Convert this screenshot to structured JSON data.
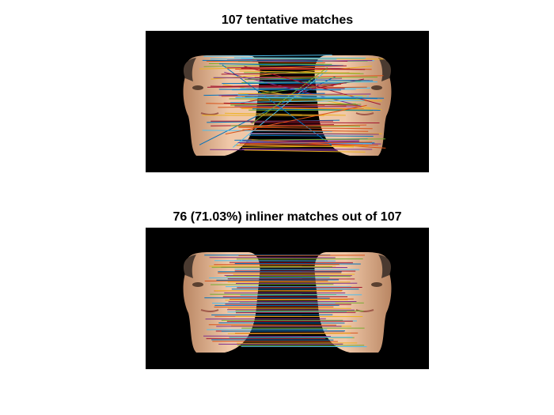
{
  "figure": {
    "top_title": "107 tentative matches",
    "bottom_title": "76 (71.03%) inliner matches out of 107",
    "tentative_match_count": 107,
    "inlier_match_count": 76,
    "inlier_percent": 71.03
  },
  "colors": {
    "background": "#000000",
    "skin_light": "#f0c8a8",
    "skin_shadow": "#b98663",
    "hair": "#4a3a30",
    "line_palette": [
      "#0072bd",
      "#d95319",
      "#edb120",
      "#7e2f8e",
      "#77ac30",
      "#4dbeee",
      "#a2142f"
    ]
  }
}
